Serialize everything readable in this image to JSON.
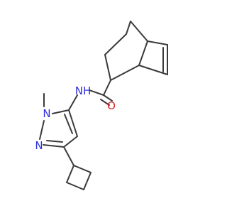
{
  "atom_labels": {
    "amide_nh": "NH",
    "carbonyl_o": "O",
    "pyrazole_n1": "N",
    "pyrazole_n2": "N",
    "n_methyl": ""
  },
  "colors": {
    "bond": "#3a3a3a",
    "nitrogen": "#3030e0",
    "oxygen": "#e02020",
    "background": "#ffffff"
  }
}
